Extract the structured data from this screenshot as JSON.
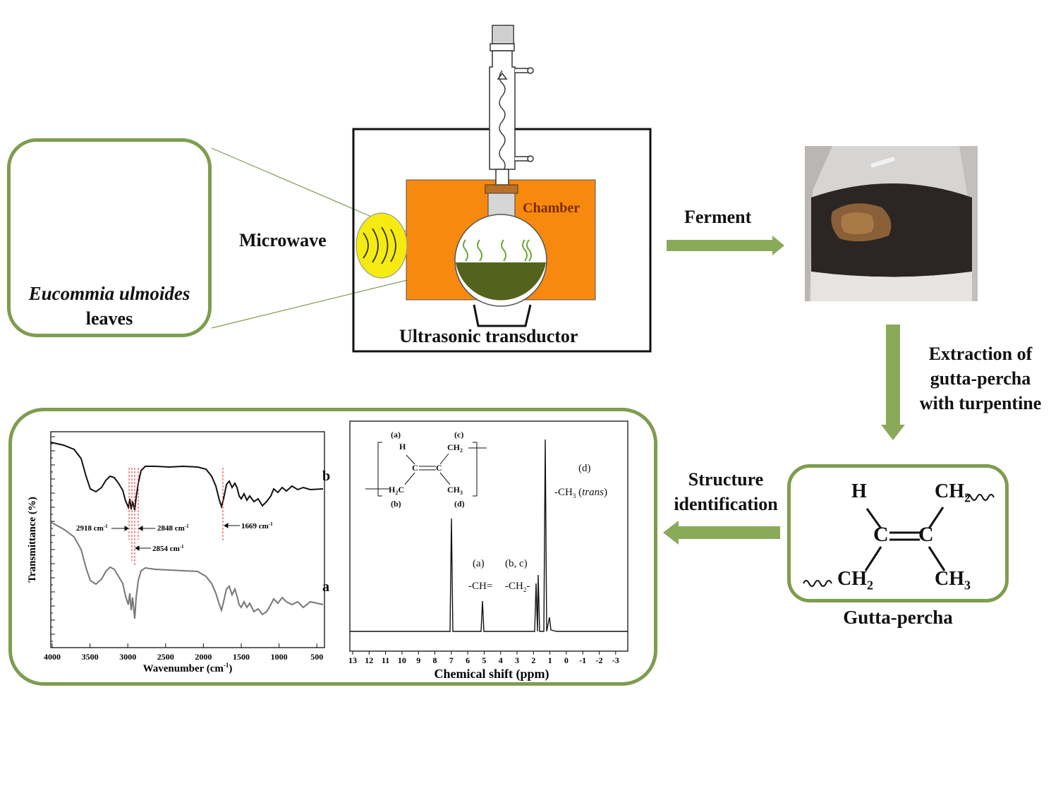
{
  "leaves_panel": {
    "title_italic": "Eucommia ulmoides",
    "title_plain": "leaves"
  },
  "apparatus": {
    "microwave_label": "Microwave",
    "chamber_label": "Chamber",
    "transducer_label": "Ultrasonic transductor"
  },
  "steps": {
    "ferment": "Ferment",
    "extraction": [
      "Extraction of",
      "gutta-percha",
      "with turpentine"
    ],
    "structure": [
      "Structure",
      "identification"
    ]
  },
  "gutta_percha": {
    "label": "Gutta-percha",
    "H": "H",
    "C": "C",
    "CH2_top": "CH",
    "CH2_bottom": "CH",
    "CH3": "CH",
    "sub2": "2",
    "sub3": "3"
  },
  "ftir": {
    "ylabel": "Transmittance (%)",
    "xlabel": "Wavenumber (cm",
    "xlabel_sup": "-1",
    "xlabel_tail": ")",
    "series_labels": [
      "b",
      "a"
    ],
    "peaks": [
      {
        "text": "2918 cm",
        "sup": "-1"
      },
      {
        "text": "2848 cm",
        "sup": "-1"
      },
      {
        "text": "2854 cm",
        "sup": "-1"
      },
      {
        "text": "1669 cm",
        "sup": "-1"
      }
    ],
    "ticks": [
      "4000",
      "3500",
      "3000",
      "2500",
      "2000",
      "1500",
      "1000",
      "500"
    ]
  },
  "nmr": {
    "xlabel": "Chemical shift (ppm)",
    "ticks": [
      "13",
      "12",
      "11",
      "10",
      "9",
      "8",
      "7",
      "6",
      "5",
      "4",
      "3",
      "2",
      "1",
      "0",
      "-1",
      "-2",
      "-3"
    ],
    "struct": {
      "a": "(a)",
      "b": "(b)",
      "c": "(c)",
      "d": "(d)",
      "H": "H",
      "CH2": "CH",
      "H2C": "H",
      "H2C_tail": "C",
      "CH3": "CH",
      "C": "C",
      "sub2": "2",
      "sub3": "3"
    },
    "annot_a": "(a)",
    "annot_a2": "-CH=",
    "annot_bc": "(b, c)",
    "annot_bc2": "-CH",
    "annot_bc2_sub": "2",
    "annot_bc2_tail": "-",
    "annot_d": "(d)",
    "annot_d2": "-CH",
    "annot_d2_sub": "3",
    "annot_d2_trans": "trans"
  },
  "colors": {
    "green_border": "#7e9d4f",
    "arrow": "#8aaa5a",
    "chamber": "#f7890f",
    "microwave": "#f5eb10",
    "liquid": "#55621d",
    "peak_line": "#e03030"
  }
}
